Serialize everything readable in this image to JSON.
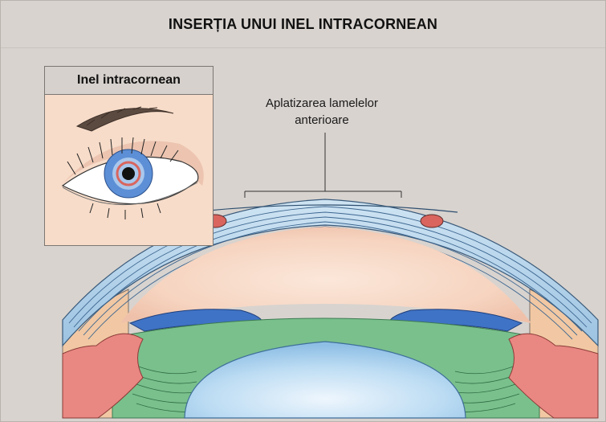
{
  "header": {
    "title": "INSERȚIA UNUI INEL INTRACORNEAN"
  },
  "inset": {
    "title": "Inel intracornean"
  },
  "annotation": {
    "line1": "Aplatizarea lamelelor",
    "line2": "anterioare"
  },
  "colors": {
    "background": "#d8d3cf",
    "cornea": "#bcd8ec",
    "ring": "#d9655e",
    "iris": "#3f73c6",
    "sclera_green": "#79c08c",
    "ciliary": "#e98782",
    "lens": "#b7d7f1",
    "aqueous": "#f7d9c6",
    "skin": "#f7dcc9"
  },
  "icons": [
    "eye-illustration",
    "cross-section-illustration"
  ]
}
